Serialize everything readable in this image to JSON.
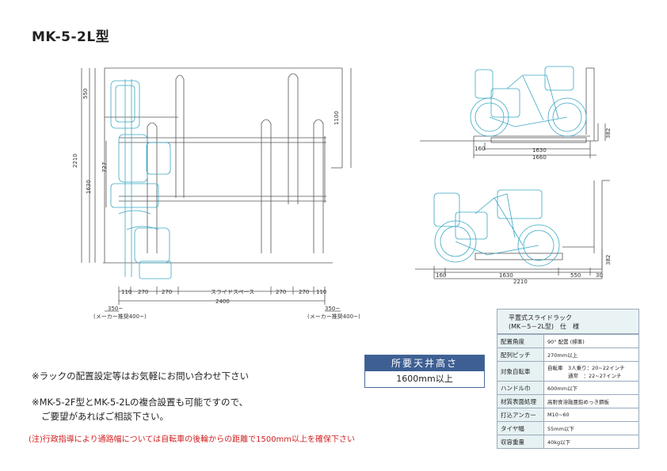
{
  "title": "MK-5-2L型",
  "left_drawing": {
    "dims_vertical": [
      "550",
      "2210",
      "1630",
      "727",
      "1100"
    ],
    "dims_bottom": [
      "110",
      "270",
      "270",
      "スライドスペース",
      "270",
      "270",
      "110"
    ],
    "overall": "2400",
    "clearance_left": "350~",
    "clearance_left_note": "(メーカー推奨400~)",
    "clearance_right": "350~",
    "clearance_right_note": "(メーカー推奨400~)"
  },
  "side_top": {
    "dims": [
      "160",
      "1630",
      "1660"
    ],
    "height": "382"
  },
  "side_bottom": {
    "dims": [
      "160",
      "1630",
      "550",
      "30",
      "2210"
    ],
    "height": "382"
  },
  "notes": {
    "line1": "※ラックの配置設定等はお気軽にお問い合わせ下さい",
    "line2": "※MK-5-2F型とMK-5-2Lの複合設置も可能ですので、",
    "line3": "ご要望があればご相談下さい。",
    "legal": "(注)行政指導により通路幅については自転車の後輪からの距離で1500mm以上を確保下さい"
  },
  "ceiling": {
    "heading": "所要天井高さ",
    "value": "1600mm以上"
  },
  "spec": {
    "title_line1": "平置式スライドラック",
    "title_line2": "(MK－5－2L型)　仕　様",
    "rows": [
      {
        "label": "配置角度",
        "value": "90° 配置 (標準)"
      },
      {
        "label": "配列ピッチ",
        "value": "270mm以上"
      },
      {
        "label": "対象自転車",
        "value": "自転車　3人乗り：20~22インチ",
        "value2": "通常　：22~27インチ"
      },
      {
        "label": "ハンドル巾",
        "value": "600mm以下"
      },
      {
        "label": "材質表面処理",
        "value": "高耐食溶融亜鉛めっき鋼板"
      },
      {
        "label": "打込アンカー",
        "value": "M10~60"
      },
      {
        "label": "タイヤ幅",
        "value": "55mm以下"
      },
      {
        "label": "収容重量",
        "value": "40kg以下"
      }
    ]
  },
  "colors": {
    "line": "#555555",
    "bike": "#3aa7c4",
    "accent": "#3e5f93",
    "warn": "#d02020"
  }
}
